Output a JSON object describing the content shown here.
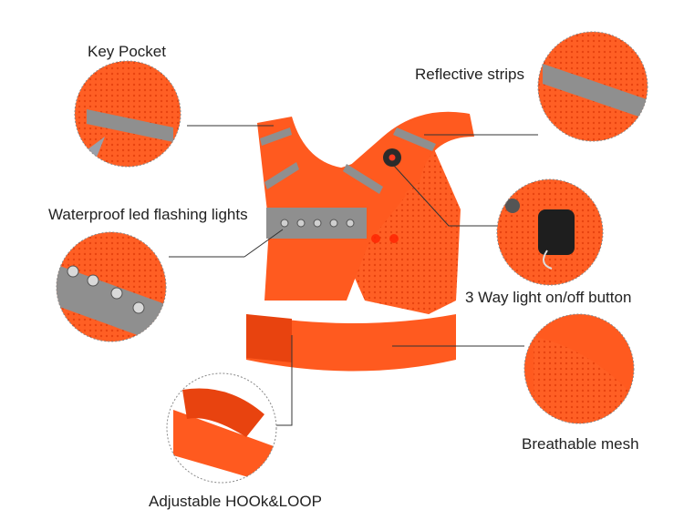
{
  "labels": {
    "key_pocket": "Key Pocket",
    "reflective_strips": "Reflective strips",
    "led_lights": "Waterproof led flashing lights",
    "button": "3 Way light on/off button",
    "breathable_mesh": "Breathable mesh",
    "hook_loop": "Adjustable HOOk&LOOP"
  },
  "colors": {
    "vest_orange": "#ff5a1f",
    "vest_dark": "#e8430f",
    "reflective_grey": "#8f8f8f",
    "line": "#333333"
  }
}
